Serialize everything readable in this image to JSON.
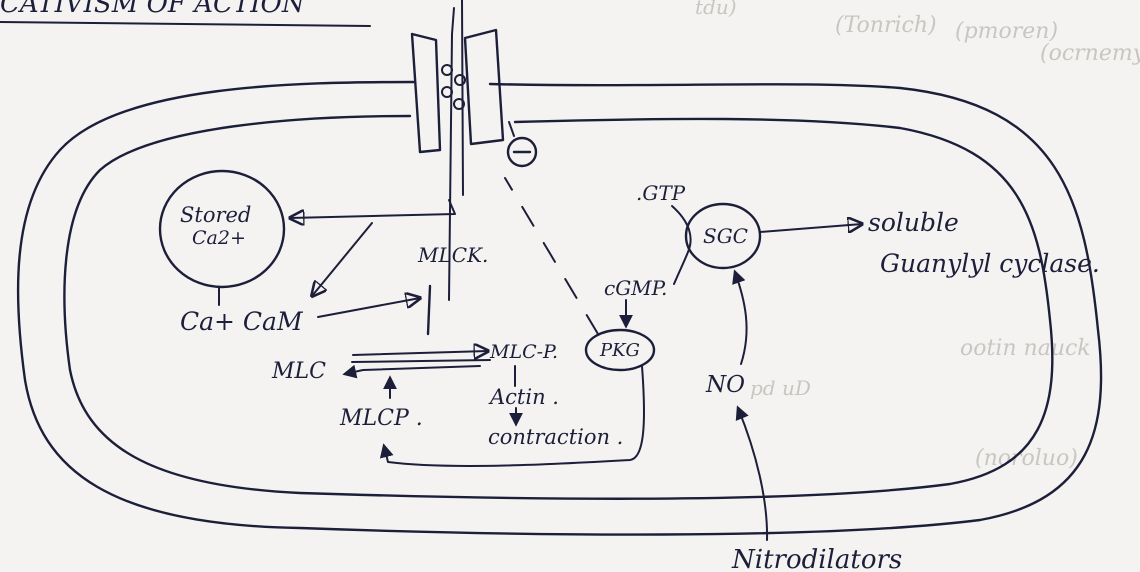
{
  "header_text": "CATIVISM OF ACTION",
  "labels": {
    "stored_ca": [
      "Stored",
      "Ca2+"
    ],
    "ca_cam": "Ca+ CaM",
    "mlck": "MLCK.",
    "mlc": "MLC",
    "mlc_p": "MLC-P.",
    "mlcp": "MLCP .",
    "actin": "Actin .",
    "contraction": "contraction .",
    "gtp": ".GTP",
    "cgmp": "cGMP.",
    "sgc": "SGC",
    "soluble": "soluble",
    "guanylyl": "Guanylyl cyclase.",
    "pkg": "PKG",
    "no": "NO",
    "nitrodilators": "Nitrodilators",
    "inhibit_sign": "−"
  },
  "bleed_through": [
    "(Tonrich)",
    "(pmoren)",
    "tdu)",
    "(ocrnemyl",
    "pd uD",
    "ootin nauck",
    "(noroluo)"
  ]
}
